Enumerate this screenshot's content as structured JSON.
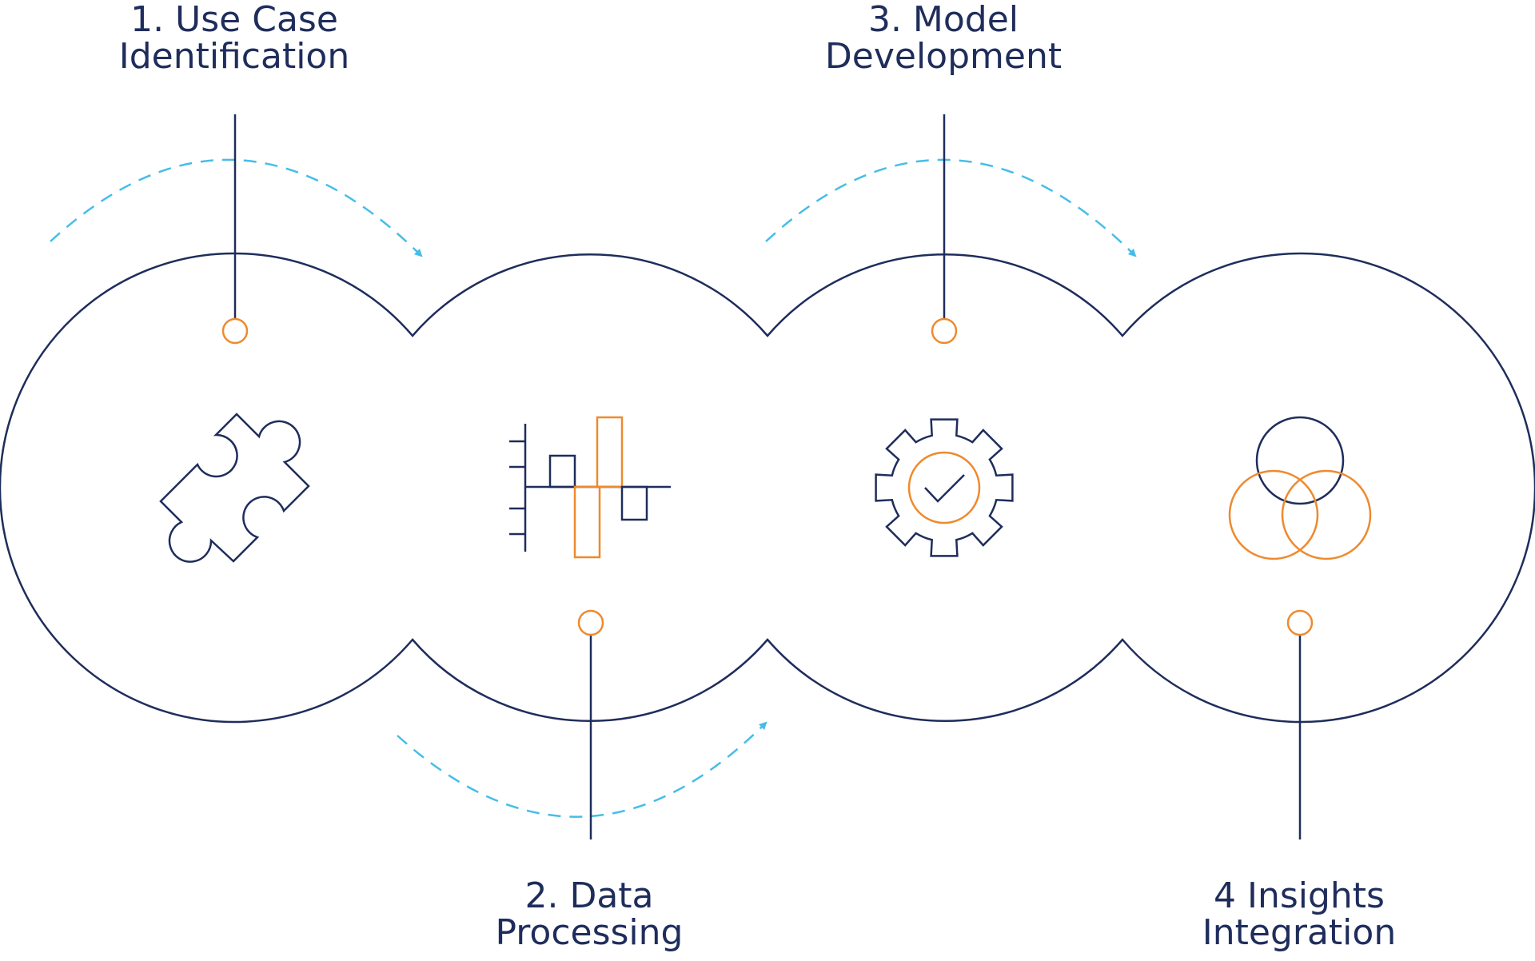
{
  "colors": {
    "navy": "#1f2d5c",
    "orange": "#ee8a2e",
    "cyan": "#46bde8",
    "background": "#ffffff"
  },
  "steps": [
    {
      "id": "use-case-identification",
      "line1": "1. Use Case",
      "line2": "Identification",
      "icon": "puzzle-piece-icon"
    },
    {
      "id": "data-processing",
      "line1": "2. Data",
      "line2": "Processing",
      "icon": "bar-chart-icon"
    },
    {
      "id": "model-development",
      "line1": "3. Model",
      "line2": "Development",
      "icon": "gear-check-icon"
    },
    {
      "id": "insights-integration",
      "line1": "4 Insights",
      "line2": "Integration",
      "icon": "venn-diagram-icon"
    }
  ],
  "arrows": [
    {
      "name": "arrow-step1-to-step2",
      "direction": "clockwise-top",
      "style": "dashed"
    },
    {
      "name": "arrow-step2-to-step3",
      "direction": "counterclockwise-bottom",
      "style": "dashed"
    },
    {
      "name": "arrow-step3-to-step4",
      "direction": "clockwise-top",
      "style": "dashed"
    }
  ]
}
